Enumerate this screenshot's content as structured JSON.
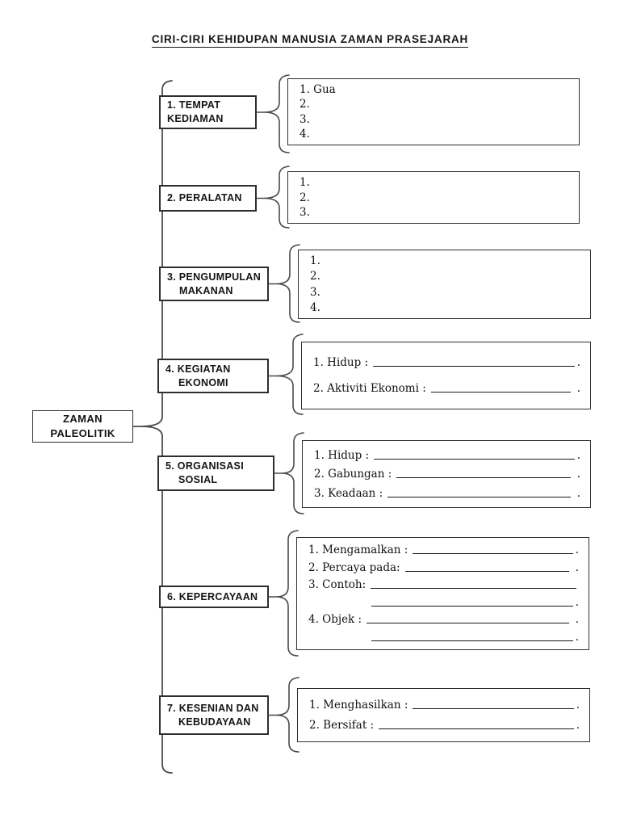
{
  "page": {
    "title": "CIRI-CIRI KEHIDUPAN MANUSIA ZAMAN PRASEJARAH"
  },
  "colors": {
    "ink": "#1c1c1c",
    "box_border": "#2e2e2e",
    "brace": "#4a4a4a",
    "paper": "#ffffff"
  },
  "root_box": {
    "id": "zaman-paleolitik",
    "label_lines": [
      "ZAMAN",
      "PALEOLITIK"
    ]
  },
  "sections": [
    {
      "id": "tempat-kediaman",
      "label_lines": [
        "1. TEMPAT",
        "KEDIAMAN"
      ],
      "rows": [
        {
          "text": "1. Gua"
        },
        {
          "text": "2."
        },
        {
          "text": "3."
        },
        {
          "text": "4."
        }
      ]
    },
    {
      "id": "peralatan",
      "label_lines": [
        "2. PERALATAN"
      ],
      "rows": [
        {
          "text": "1."
        },
        {
          "text": "2."
        },
        {
          "text": "3."
        }
      ]
    },
    {
      "id": "pengumpulan-makanan",
      "label_lines": [
        "3. PENGUMPULAN",
        "MAKANAN"
      ],
      "rows": [
        {
          "text": "1."
        },
        {
          "text": "2."
        },
        {
          "text": "3."
        },
        {
          "text": "4."
        }
      ]
    },
    {
      "id": "kegiatan-ekonomi",
      "label_lines": [
        "4. KEGIATAN",
        "EKONOMI"
      ],
      "rows": [
        {
          "text": "1. Hidup :",
          "line": true,
          "end": "."
        },
        {
          "text": "2. Aktiviti Ekonomi :",
          "line": true,
          "end": " ."
        }
      ]
    },
    {
      "id": "organisasi-sosial",
      "label_lines": [
        "5. ORGANISASI",
        "SOSIAL"
      ],
      "rows": [
        {
          "text": "1. Hidup :",
          "line": true,
          "end": "."
        },
        {
          "text": "2. Gabungan :",
          "line": true,
          "end": " ."
        },
        {
          "text": "3. Keadaan :",
          "line": true,
          "end": " ."
        }
      ]
    },
    {
      "id": "kepercayaan",
      "label_lines": [
        "6. KEPERCAYAAN"
      ],
      "rows": [
        {
          "text": "1. Mengamalkan :",
          "line": true,
          "end": "."
        },
        {
          "text": "2. Percaya pada:",
          "line": true,
          "end": " ."
        },
        {
          "text": "3. Contoh:",
          "line": true
        },
        {
          "text": "",
          "line": true,
          "end": ".",
          "indent": true
        },
        {
          "text": "4. Objek :",
          "line": true,
          "end": " ."
        },
        {
          "text": "",
          "line": true,
          "end": ".",
          "indent": true
        }
      ]
    },
    {
      "id": "kesenian-dan-kebudayaan",
      "label_lines": [
        "7. KESENIAN DAN",
        "KEBUDAYAAN"
      ],
      "rows": [
        {
          "text": "1. Menghasilkan :",
          "line": true,
          "end": "."
        },
        {
          "text": "2. Bersifat :",
          "line": true,
          "end": "."
        }
      ]
    }
  ]
}
